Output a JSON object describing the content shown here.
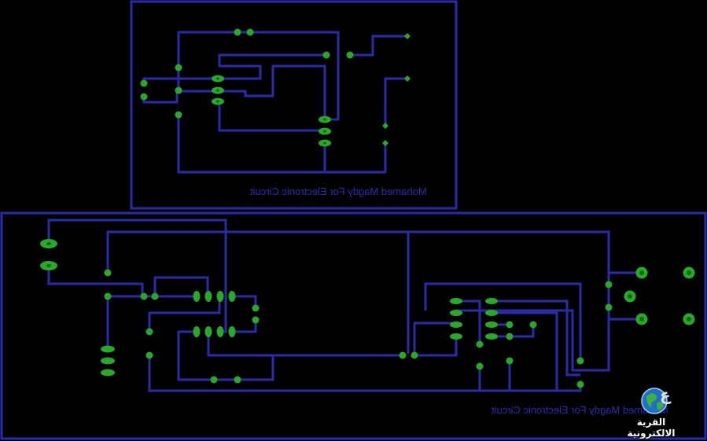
{
  "top_board": {
    "credit_text": "Mohamed Magdy For Electronic Circuit"
  },
  "bottom_board": {
    "credit_text": "Mohamed Magdy For Electronic Circuit"
  },
  "logo": {
    "label": "القرية الالكترونية",
    "glyph": "ع"
  },
  "colors": {
    "background": "#000000",
    "trace": "#2b2baa",
    "pad": "#2aa82a",
    "pad_dark": "#0b6b0b",
    "text": "#2b2bb0"
  }
}
